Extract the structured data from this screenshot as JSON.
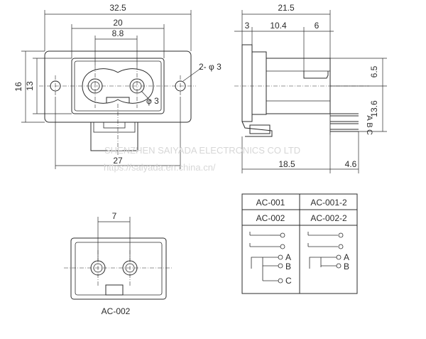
{
  "dimensions": {
    "top_total_width": "32.5",
    "top_inner_width": "20",
    "top_pin_spacing": "8.8",
    "height_outer": "16",
    "height_inner": "13",
    "mount_holes": "2- φ 3",
    "pin_hole": "φ 3",
    "bottom_width": "27",
    "side_total": "21.5",
    "side_a": "3",
    "side_b": "10.4",
    "side_c": "6",
    "side_right_upper": "6.5",
    "side_right_lower": "13.6",
    "side_bottom": "18.5",
    "side_bottom_small": "4.6",
    "bottom_view_spacing": "7"
  },
  "pin_labels": {
    "a": "A",
    "b": "B",
    "c": "C"
  },
  "bottom_view_caption": "AC-002",
  "models": {
    "r1c1": "AC-001",
    "r1c2": "AC-001-2",
    "r2c1": "AC-002",
    "r2c2": "AC-002-2"
  },
  "switch_labels": {
    "a": "A",
    "b": "B",
    "c": "C",
    "a2": "A",
    "b2": "B"
  },
  "watermark": {
    "company": "SHENZHEN SAIYADA ELECTRONICS CO LTD",
    "url": "https://saiyada.en.china.cn/"
  }
}
